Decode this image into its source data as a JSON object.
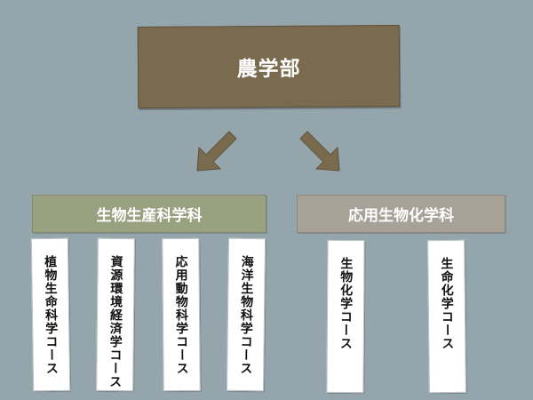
{
  "root": {
    "label": "農学部"
  },
  "departments": [
    {
      "label": "生物生産科学科"
    },
    {
      "label": "応用生物化学科"
    }
  ],
  "courses": [
    {
      "label": "植物生命科学コース"
    },
    {
      "label": "資源環境経済学コース"
    },
    {
      "label": "応用動物科学コース"
    },
    {
      "label": "海洋生物科学コース"
    },
    {
      "label": "生物化学コース"
    },
    {
      "label": "生命化学コース"
    }
  ],
  "colors": {
    "background": "#94a5ac",
    "root_fill": "#7a6b4f",
    "arrow_fill": "#7a6b4f",
    "dept_a_fill": "#9aa181",
    "dept_b_fill": "#a7a197",
    "course_fill": "#ffffff"
  }
}
